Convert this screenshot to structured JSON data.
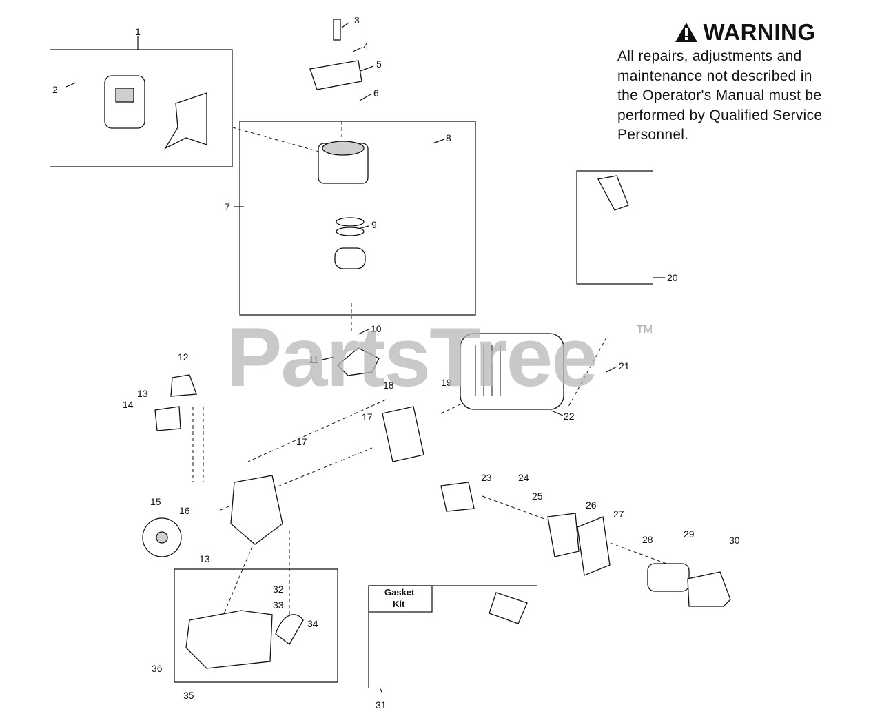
{
  "warning": {
    "heading": "WARNING",
    "lines": [
      "All repairs, adjustments and",
      "maintenance not described in",
      "the Operator's Manual must be",
      "performed by Qualified Service",
      "Personnel."
    ]
  },
  "watermark": {
    "text": "PartsTree",
    "trademark": "TM"
  },
  "gasket_kit": {
    "line1": "Gasket",
    "line2": "Kit"
  },
  "callouts": [
    {
      "id": "c1",
      "label": "1"
    },
    {
      "id": "c2",
      "label": "2"
    },
    {
      "id": "c3",
      "label": "3"
    },
    {
      "id": "c4",
      "label": "4"
    },
    {
      "id": "c5",
      "label": "5"
    },
    {
      "id": "c6",
      "label": "6"
    },
    {
      "id": "c7",
      "label": "7"
    },
    {
      "id": "c8",
      "label": "8"
    },
    {
      "id": "c9",
      "label": "9"
    },
    {
      "id": "c10",
      "label": "10"
    },
    {
      "id": "c11",
      "label": "11"
    },
    {
      "id": "c12",
      "label": "12"
    },
    {
      "id": "c13a",
      "label": "13"
    },
    {
      "id": "c13b",
      "label": "13"
    },
    {
      "id": "c14",
      "label": "14"
    },
    {
      "id": "c15",
      "label": "15"
    },
    {
      "id": "c16",
      "label": "16"
    },
    {
      "id": "c17a",
      "label": "17"
    },
    {
      "id": "c17b",
      "label": "17"
    },
    {
      "id": "c18",
      "label": "18"
    },
    {
      "id": "c19",
      "label": "19"
    },
    {
      "id": "c20",
      "label": "20"
    },
    {
      "id": "c21",
      "label": "21"
    },
    {
      "id": "c22",
      "label": "22"
    },
    {
      "id": "c23",
      "label": "23"
    },
    {
      "id": "c24",
      "label": "24"
    },
    {
      "id": "c25",
      "label": "25"
    },
    {
      "id": "c26",
      "label": "26"
    },
    {
      "id": "c27",
      "label": "27"
    },
    {
      "id": "c28",
      "label": "28"
    },
    {
      "id": "c29",
      "label": "29"
    },
    {
      "id": "c30",
      "label": "30"
    },
    {
      "id": "c31",
      "label": "31"
    },
    {
      "id": "c32",
      "label": "32"
    },
    {
      "id": "c33",
      "label": "33"
    },
    {
      "id": "c34",
      "label": "34"
    },
    {
      "id": "c35",
      "label": "35"
    },
    {
      "id": "c36",
      "label": "36"
    }
  ],
  "colors": {
    "line": "#111111",
    "watermark": "#b8b8b8",
    "part_fill": "#ffffff",
    "shade": "#cfcfcf"
  }
}
